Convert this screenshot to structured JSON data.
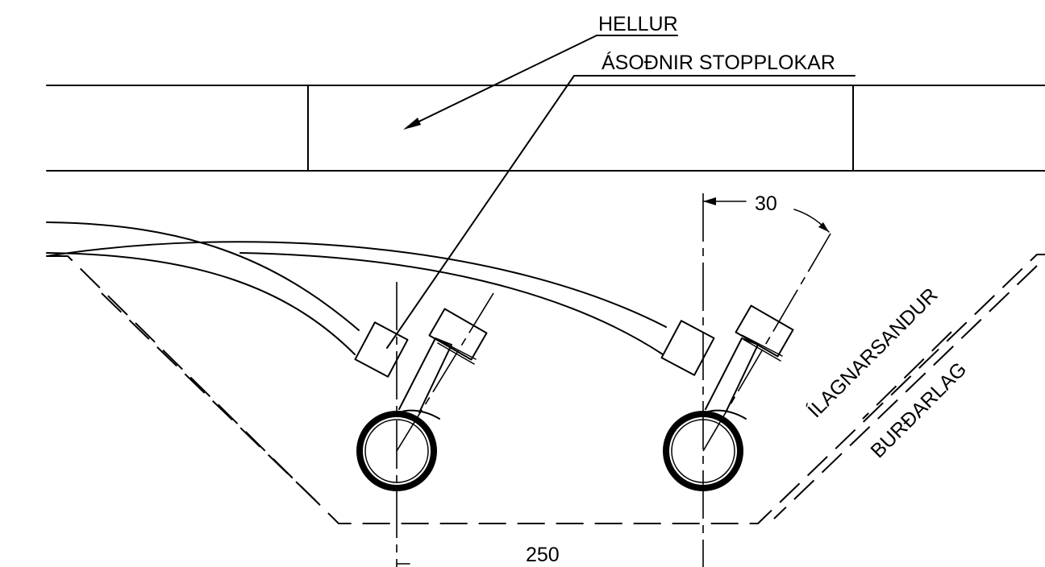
{
  "labels": {
    "hellur": "HELLUR",
    "stopplokar": "ÁSOÐNIR STOPPLOKAR",
    "ilagnarsandur": "ÍLAGNARSANDUR",
    "burdarlag": "BURÐARLAG"
  },
  "dimensions": {
    "spacing": "250",
    "angle_offset": "30"
  }
}
